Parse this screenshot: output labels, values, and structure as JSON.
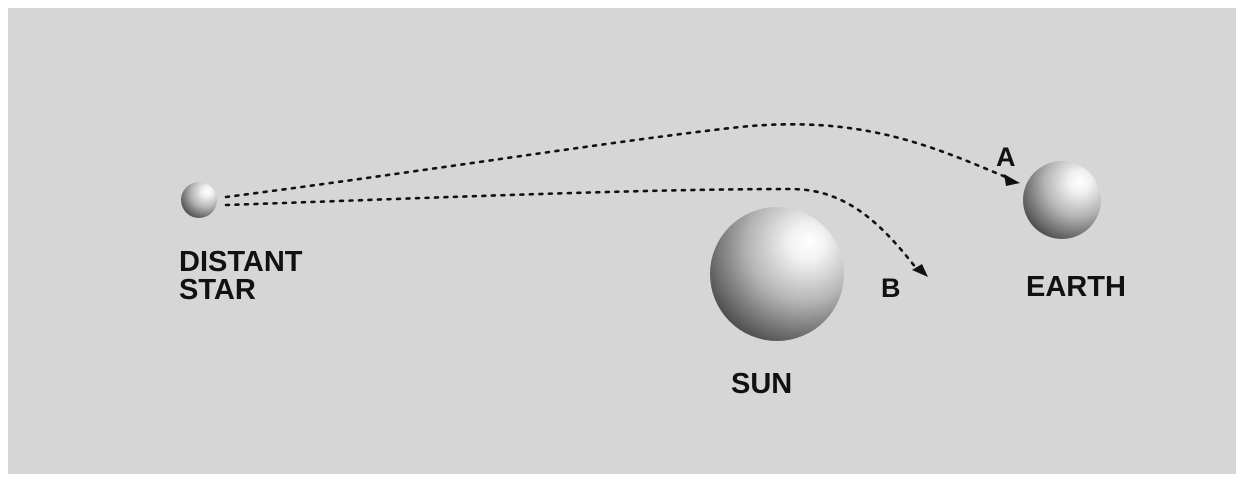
{
  "colors": {
    "panel_background": "#d6d6d6",
    "page_background": "#ffffff",
    "ink": "#111111",
    "sphere_highlight": "#ffffff",
    "sphere_shadow": "#4a4a4a"
  },
  "bodies": {
    "distant_star": {
      "label_line1": "DISTANT",
      "label_line2": "STAR"
    },
    "sun": {
      "label": "SUN"
    },
    "earth": {
      "label": "EARTH"
    }
  },
  "paths": {
    "a": {
      "label": "A"
    },
    "b": {
      "label": "B"
    }
  }
}
